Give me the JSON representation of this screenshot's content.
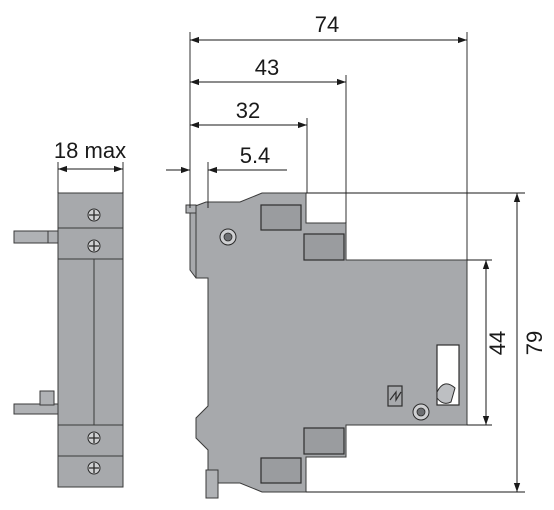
{
  "dimensions": {
    "width_max": "18 max",
    "overall_depth": "74",
    "depth_43": "43",
    "depth_32": "32",
    "offset": "5.4",
    "height_44": "44",
    "height_79": "79"
  },
  "colors": {
    "device_body": "#a7a9ac",
    "device_dark": "#8e9094",
    "lines": "#1a1a1a"
  }
}
